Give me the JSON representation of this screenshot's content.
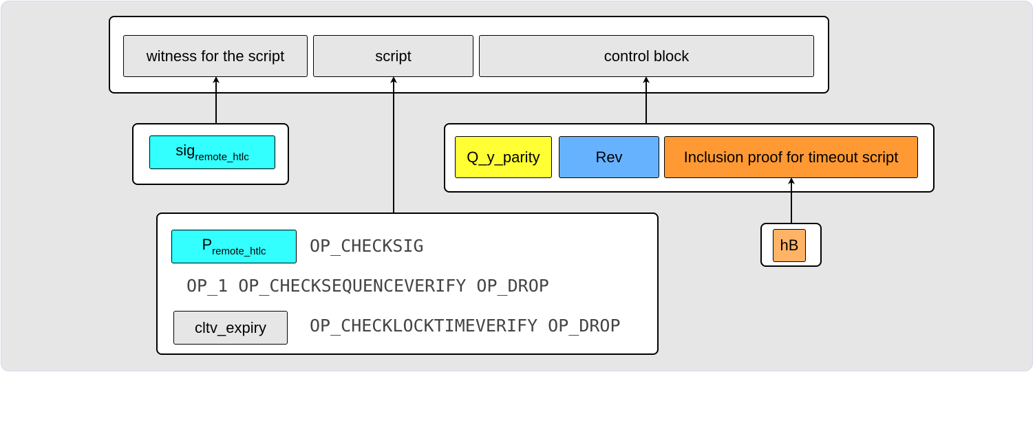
{
  "witness_stack": {
    "witness_label": "witness for the script",
    "script_label": "script",
    "control_block_label": "control block"
  },
  "signature": {
    "main": "sig",
    "sub": "remote_htlc"
  },
  "control_block": {
    "parity_label": "Q_y_parity",
    "rev_label": "Rev",
    "inclusion_label": "Inclusion proof for timeout script"
  },
  "hb_label": "hB",
  "script": {
    "pubkey": {
      "main": "P",
      "sub": "remote_htlc"
    },
    "line1_op": "OP_CHECKSIG",
    "line2": "OP_1 OP_CHECKSEQUENCEVERIFY OP_DROP",
    "expiry_label": "cltv_expiry",
    "line3_op": "OP_CHECKLOCKTIMEVERIFY OP_DROP"
  },
  "colors": {
    "cyan": "#33ffff",
    "yellow": "#ffff33",
    "blue": "#66b2ff",
    "orange": "#ff9933",
    "light_orange": "#ffb366",
    "gray_box": "#e6e6e6"
  }
}
